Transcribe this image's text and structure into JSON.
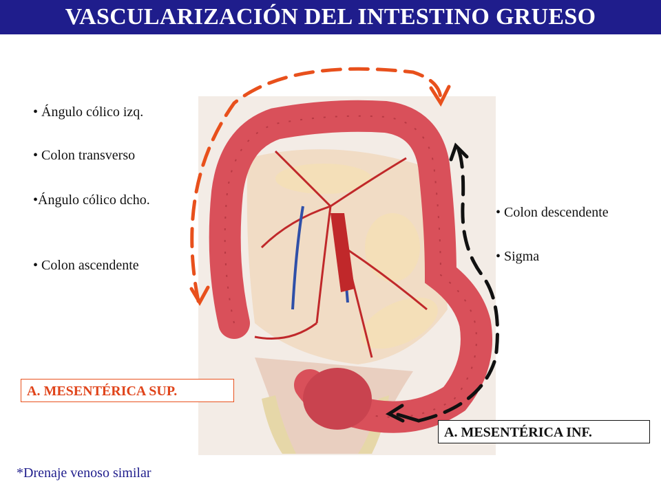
{
  "header": {
    "title": "VASCULARIZACIÓN DEL INTESTINO GRUESO"
  },
  "left_list": {
    "items": [
      "• Ángulo cólico izq.",
      "• Colon transverso",
      "•Ángulo cólico dcho.",
      "• Colon ascendente"
    ]
  },
  "right_list": {
    "items": [
      "• Colon descendente",
      "• Sigma"
    ]
  },
  "labels": {
    "superior": "A. MESENTÉRICA SUP.",
    "inferior": "A. MESENTÉRICA INF."
  },
  "note": "*Drenaje venoso similar",
  "colors": {
    "title_bar": "#1f1d8c",
    "superior_arrow": "#e8501c",
    "inferior_arrow": "#111111",
    "colon": "#d9505a",
    "vessel_artery": "#c0282a",
    "vessel_vein": "#2f4fa8"
  }
}
